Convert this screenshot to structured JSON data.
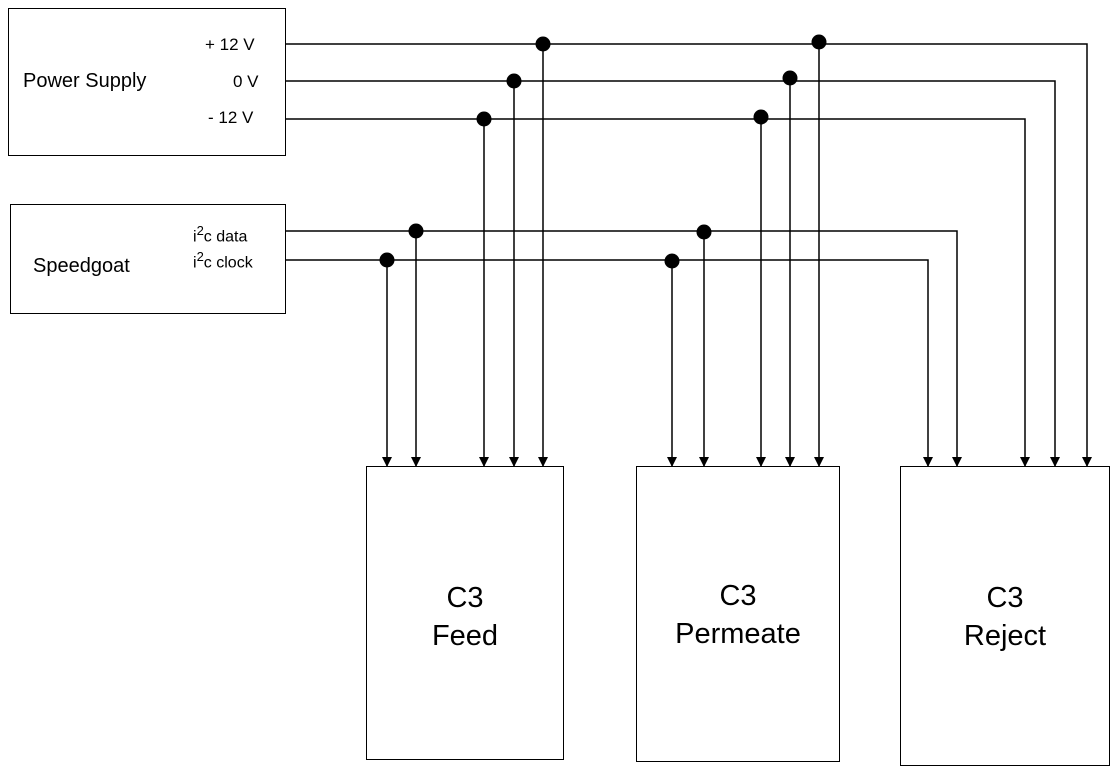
{
  "power_supply": {
    "title": "Power Supply",
    "pins": {
      "p12": "+ 12 V",
      "zero": "0 V",
      "m12": "- 12 V"
    }
  },
  "speedgoat": {
    "title": "Speedgoat",
    "pins": {
      "data_prefix": "i",
      "data_sup": "2",
      "data_suffix": "c data",
      "clock_prefix": "i",
      "clock_sup": "2",
      "clock_suffix": "c clock"
    }
  },
  "components": {
    "feed": {
      "line1": "C3",
      "line2": "Feed"
    },
    "permeate": {
      "line1": "C3",
      "line2": "Permeate"
    },
    "reject": {
      "line1": "C3",
      "line2": "Reject"
    }
  },
  "colors": {
    "line": "#000000",
    "background": "#ffffff"
  }
}
